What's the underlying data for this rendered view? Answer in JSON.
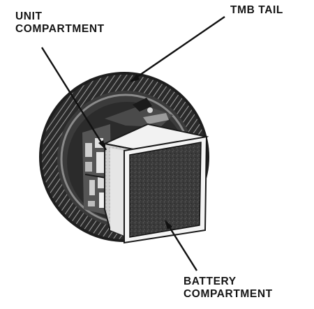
{
  "labels": {
    "unit_compartment": {
      "line1": "UNIT",
      "line2": "COMPARTMENT"
    },
    "tmb_tail": "TMB TAIL",
    "battery_compartment": {
      "line1": "BATTERY",
      "line2": "COMPARTMENT"
    }
  },
  "colors": {
    "ink": "#151515",
    "paper": "#ffffff"
  }
}
